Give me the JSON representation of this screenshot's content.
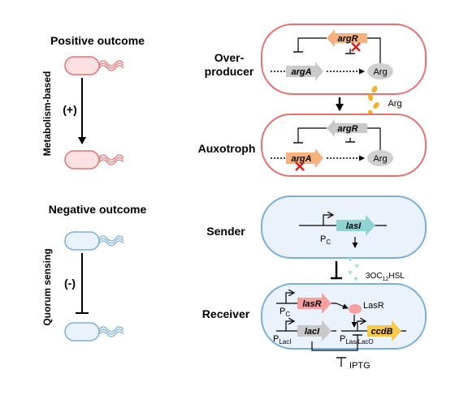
{
  "left": {
    "positive_title": "Positive outcome",
    "positive_vertical_label": "Metabolism-based",
    "positive_sign": "(+)",
    "negative_title": "Negative outcome",
    "negative_vertical_label": "Quorum sensing",
    "negative_sign": "(-)"
  },
  "top_panel": {
    "overproducer_label_line1": "Over-",
    "overproducer_label_line2": "producer",
    "auxotroph_label": "Auxotroph",
    "gene_argR": "argR",
    "gene_argA": "argA",
    "metabolite_arg": "Arg",
    "exchange_label": "Arg"
  },
  "bottom_panel": {
    "sender_label": "Sender",
    "receiver_label": "Receiver",
    "gene_lasI": "lasI",
    "promoter_pc": "P",
    "promoter_pc_sub": "C",
    "signal_pre": "3OC",
    "signal_sub": "12",
    "signal_post": "HSL",
    "gene_lasR": "lasR",
    "protein_lasR": "LasR",
    "gene_lacI": "lacI",
    "promoter_placi": "P",
    "promoter_placi_sub": "LacI",
    "promoter_plaslaco": "P",
    "promoter_plaslaco_sub": "Las/LacO",
    "gene_ccdB": "ccdB",
    "inducer": "IPTG"
  },
  "colors": {
    "red_outline": "#e87070",
    "red_fill": "#fbe1e1",
    "blue_outline": "#7aaedb",
    "blue_fill": "#eaf2fb",
    "orange_gene": "#f6b27e",
    "gray_gene": "#c9c9c9",
    "teal_gene": "#8fd3d3",
    "pink_gene": "#f3a0a0",
    "yellow_gene": "#f7c948",
    "arg_dots": "#f0b030",
    "cross": "#d42020"
  }
}
